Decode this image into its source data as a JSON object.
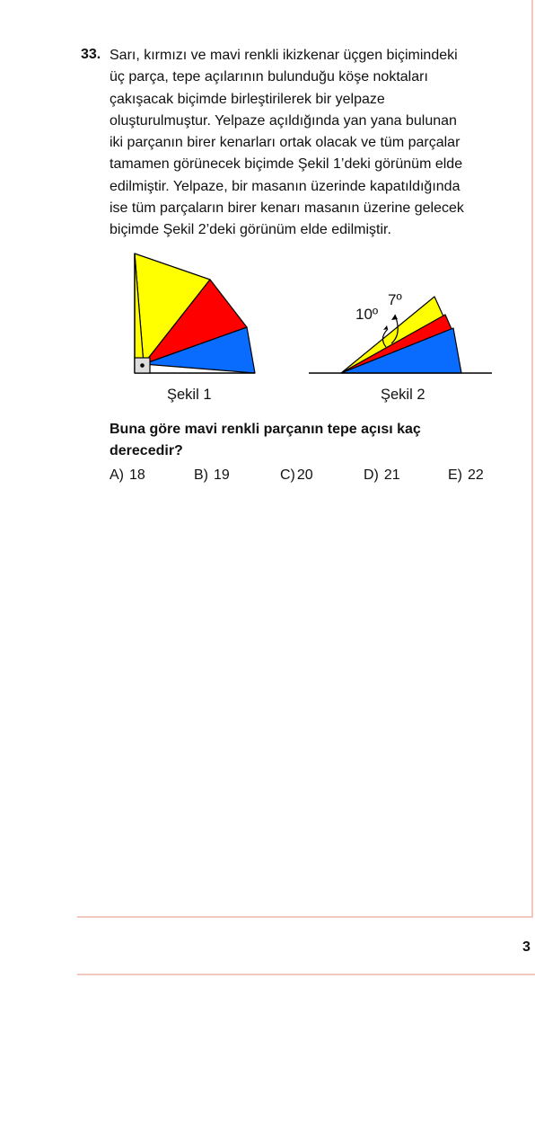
{
  "question": {
    "number": "33.",
    "lines": [
      "Sarı, kırmızı ve mavi renkli ikizkenar üçgen biçimindeki",
      "üç parça, tepe açılarının bulunduğu köşe noktaları",
      "çakışacak biçimde birleştirilerek bir yelpaze",
      "oluşturulmuştur. Yelpaze açıldığında yan yana bulunan",
      "iki parçanın birer kenarları ortak olacak ve tüm parçalar",
      "tamamen görünecek biçimde Şekil 1’deki görünüm elde",
      "edilmiştir. Yelpaze, bir masanın üzerinde kapatıldığında",
      "ise tüm parçaların birer kenarı masanın üzerine gelecek",
      "biçimde Şekil 2’deki görünüm elde edilmiştir."
    ],
    "prompt_lines": [
      "Buna göre mavi renkli parçanın tepe açısı kaç",
      "derecedir?"
    ]
  },
  "figures": {
    "fig1_label": "Şekil 1",
    "fig2_label": "Şekil 2",
    "angle_label_1": "10º",
    "angle_label_2": "7º",
    "colors": {
      "yellow": "#ffff00",
      "red": "#ff0000",
      "blue": "#0a6cff"
    }
  },
  "options": [
    {
      "letter": "A)",
      "value": "18"
    },
    {
      "letter": "B)",
      "value": "19"
    },
    {
      "letter": "C)",
      "value": "20"
    },
    {
      "letter": "D)",
      "value": "21"
    },
    {
      "letter": "E)",
      "value": "22"
    }
  ],
  "page_number": "3"
}
